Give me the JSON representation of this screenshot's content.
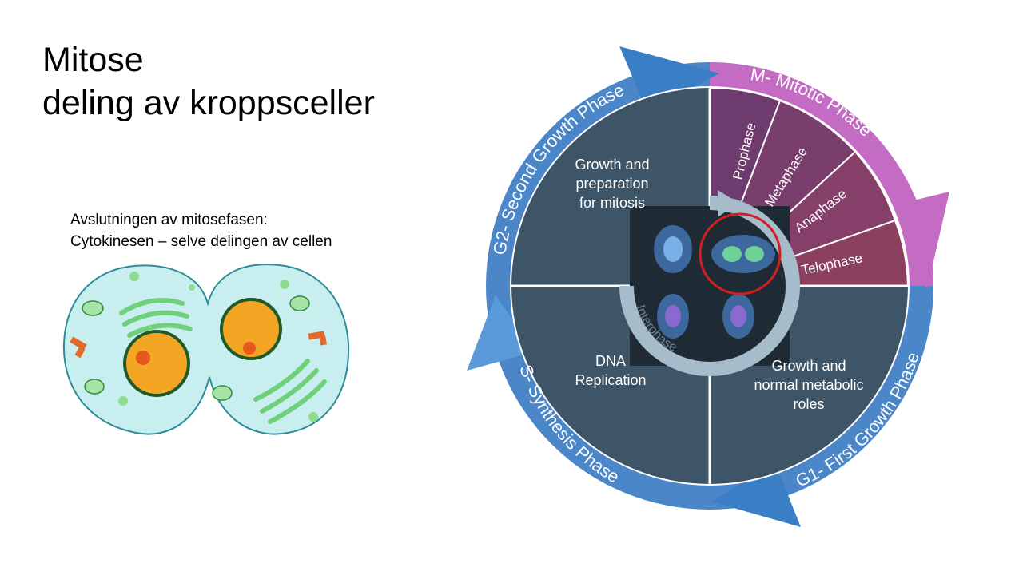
{
  "slide": {
    "title_line1": "Mitose",
    "title_line2": "deling av kroppsceller",
    "caption_line1": "Avslutningen av mitosefasen:",
    "caption_line2": "Cytokinesen – selve delingen av cellen"
  },
  "cycle": {
    "phases": {
      "m": "M- Mitotic Phase",
      "g1": "G1- First Growth Phase",
      "s": "S- Synthesis Phase",
      "g2": "G2- Second Growth Phase"
    },
    "mitotic_stages": [
      "Prophase",
      "Metaphase",
      "Anaphase",
      "Telophase"
    ],
    "quadrants": {
      "g2_line1": "Growth and",
      "g2_line2": "preparation",
      "g2_line3": "for mitosis",
      "s_line1": "DNA",
      "s_line2": "Replication",
      "g1_line1": "Growth and",
      "g1_line2": "normal metabolic",
      "g1_line3": "roles"
    },
    "center_label": "Interphase",
    "highlighted_stage": "Telophase"
  },
  "colors": {
    "outer_ring": "#4a86c8",
    "m_arrow": "#c46cc4",
    "quadrant": "#3d5566",
    "mitotic_wedges": [
      "#6e3b6e",
      "#7a3e6c",
      "#853f68",
      "#8c4060"
    ],
    "cell_fill": "#c9eef0",
    "nucleus": "#f2a624",
    "highlight_circle": "#d22020"
  }
}
